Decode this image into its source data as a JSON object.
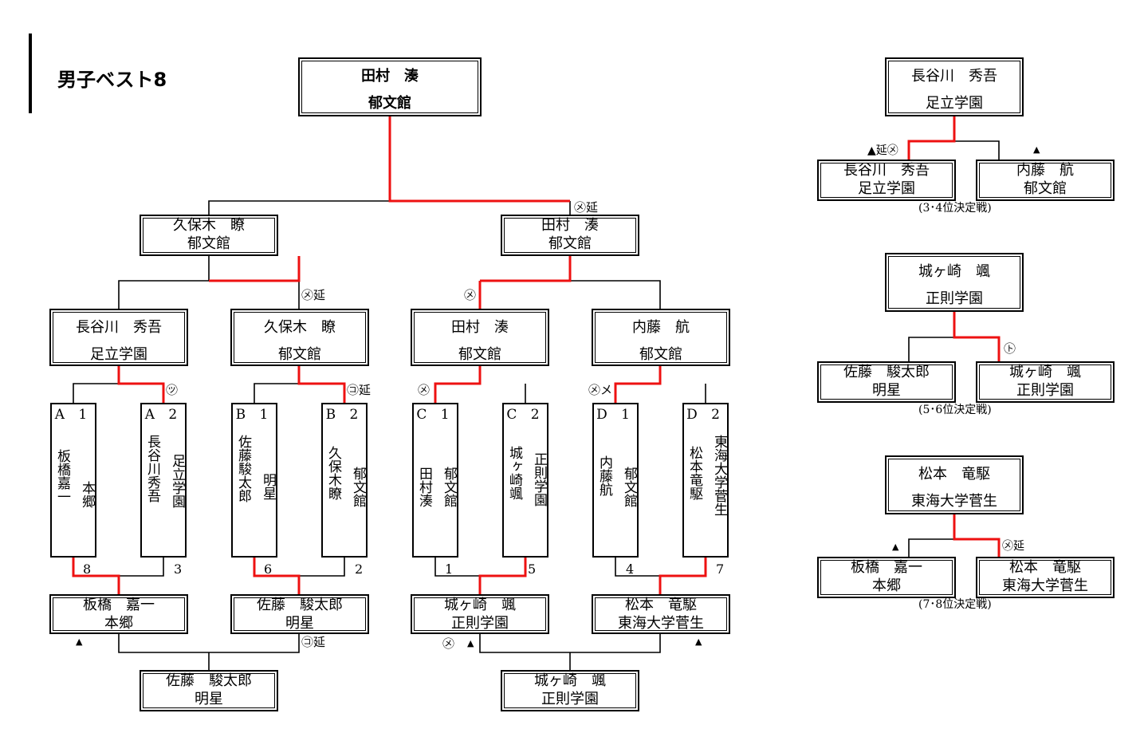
{
  "page": {
    "title": "男子ベスト8"
  },
  "colors": {
    "winner_line": "#ee1111",
    "line": "#000000"
  },
  "champion": {
    "name": "田村　湊",
    "school": "郁文館"
  },
  "finalists": [
    {
      "name": "久保木　瞭",
      "school": "郁文館"
    },
    {
      "name": "田村　湊",
      "school": "郁文館"
    }
  ],
  "semifinalists": [
    {
      "name": "長谷川　秀吾",
      "school": "足立学園"
    },
    {
      "name": "久保木　瞭",
      "school": "郁文館"
    },
    {
      "name": "田村　湊",
      "school": "郁文館"
    },
    {
      "name": "内藤　航",
      "school": "郁文館"
    }
  ],
  "quarterfinalists": [
    {
      "seed": "A 1",
      "name_v": "板橋嘉一",
      "school_v": "本郷",
      "number": "8"
    },
    {
      "seed": "A 2",
      "name_v": "長谷川秀吾",
      "school_v": "足立学園",
      "number": "3"
    },
    {
      "seed": "B 1",
      "name_v": "佐藤駿太郎",
      "school_v": "明星",
      "number": "6"
    },
    {
      "seed": "B 2",
      "name_v": "久保木瞭",
      "school_v": "郁文館",
      "number": "2"
    },
    {
      "seed": "C 1",
      "name_v": "田村湊",
      "school_v": "郁文館",
      "number": "1"
    },
    {
      "seed": "C 2",
      "name_v": "城ヶ崎颯",
      "school_v": "正則学園",
      "number": "5"
    },
    {
      "seed": "D 1",
      "name_v": "内藤航",
      "school_v": "郁文館",
      "number": "4"
    },
    {
      "seed": "D 2",
      "name_v": "松本竜駆",
      "school_v": "東海大学菅生",
      "number": "7"
    }
  ],
  "repechage": {
    "left": {
      "a": {
        "name": "板橋　嘉一",
        "school": "本郷"
      },
      "b": {
        "name": "佐藤　駿太郎",
        "school": "明星"
      },
      "winner": {
        "name": "佐藤　駿太郎",
        "school": "明星"
      }
    },
    "right": {
      "a": {
        "name": "城ヶ崎　颯",
        "school": "正則学園"
      },
      "b": {
        "name": "松本　竜駆",
        "school": "東海大学菅生"
      },
      "winner": {
        "name": "城ヶ崎　颯",
        "school": "正則学園"
      }
    }
  },
  "placement": [
    {
      "caption": "(3･4位決定戦)",
      "winner": {
        "name": "長谷川　秀吾",
        "school": "足立学園"
      },
      "left": {
        "name": "長谷川　秀吾",
        "school": "足立学園"
      },
      "right": {
        "name": "内藤　航",
        "school": "郁文館"
      },
      "left_label": "▲延㋱",
      "right_label": "▲"
    },
    {
      "caption": "(5･6位決定戦)",
      "winner": {
        "name": "城ヶ崎　颯",
        "school": "正則学園"
      },
      "left": {
        "name": "佐藤　駿太郎",
        "school": "明星"
      },
      "right": {
        "name": "城ヶ崎　颯",
        "school": "正則学園"
      },
      "left_label": "",
      "right_label": "㋣"
    },
    {
      "caption": "(7･8位決定戦)",
      "winner": {
        "name": "松本　竜駆",
        "school": "東海大学菅生"
      },
      "left": {
        "name": "板橋　嘉一",
        "school": "本郷"
      },
      "right": {
        "name": "松本　竜駆",
        "school": "東海大学菅生"
      },
      "left_label": "▲",
      "right_label": "㋱延"
    }
  ],
  "labels": {
    "final": "㋱延",
    "semi_left": "㋱延",
    "semi_right": "㋱",
    "qf_a": "㋡",
    "qf_b": "㋙延",
    "qf_c": "㋱",
    "qf_d": "㋱メ",
    "rep_l_a": "▲",
    "rep_l_b": "㋙延",
    "rep_r_a": "㋱",
    "rep_r_a2": "▲",
    "rep_r_b": "▲"
  }
}
